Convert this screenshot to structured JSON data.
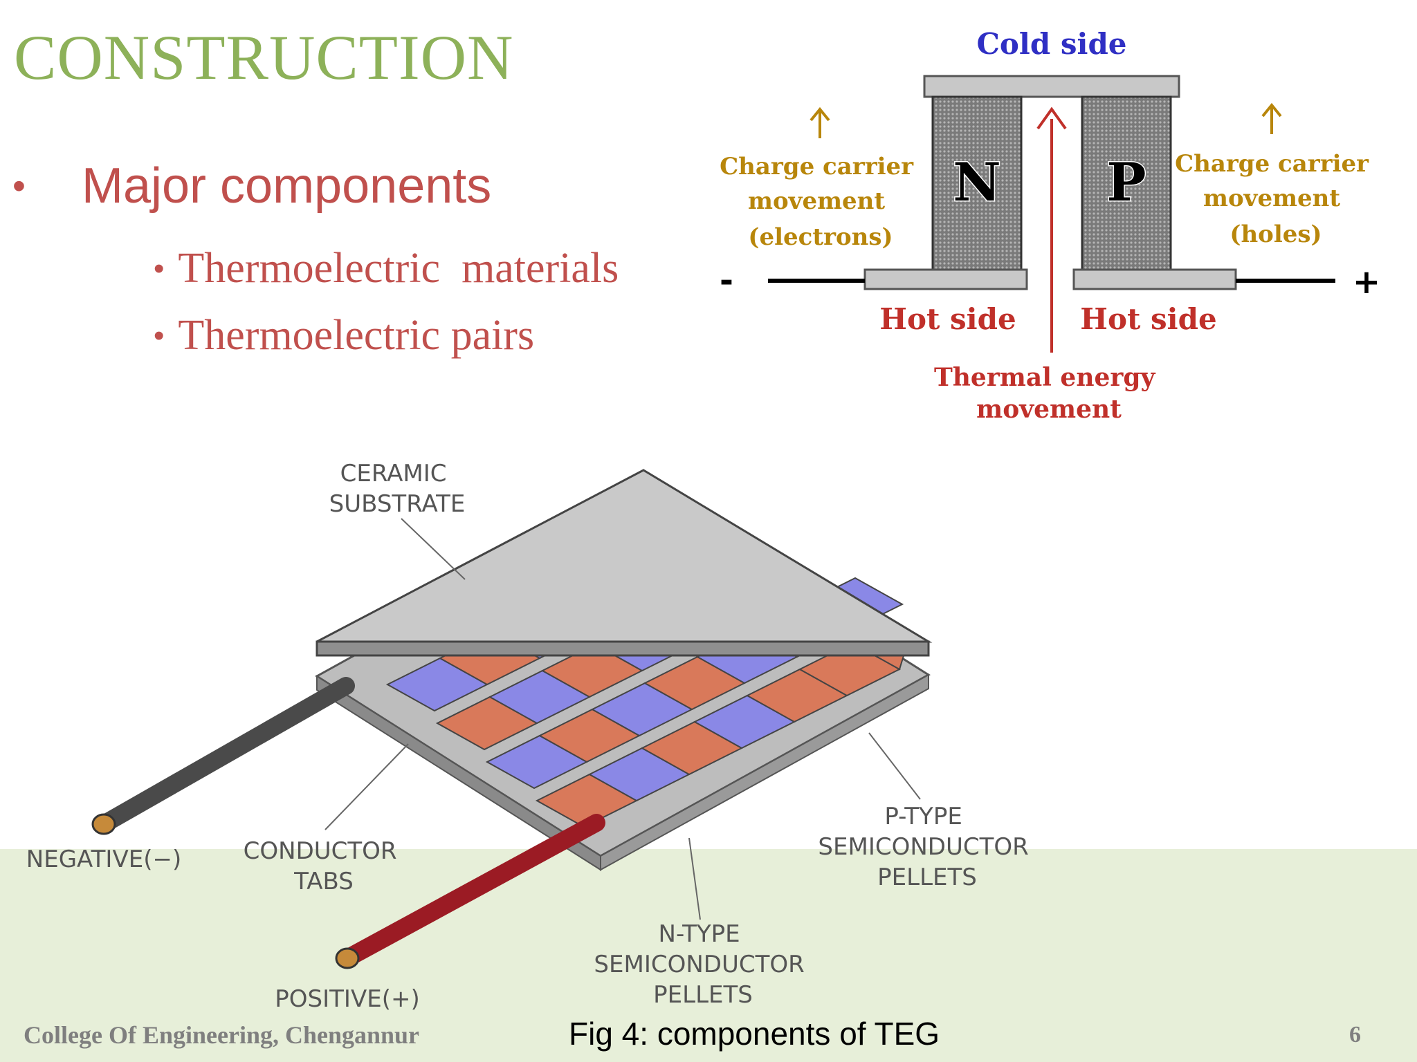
{
  "slide": {
    "title": "CONSTRUCTION",
    "bullet": "Major components",
    "sub_bullets": [
      "Thermoelectric  materials",
      "Thermoelectric pairs"
    ]
  },
  "diagram_np": {
    "cold_side": "Cold side",
    "n_label": "N",
    "p_label": "P",
    "left_carrier": [
      "Charge carrier",
      "movement",
      "(electrons)"
    ],
    "right_carrier": [
      "Charge carrier",
      "movement",
      "(holes)"
    ],
    "minus": "-",
    "plus": "+",
    "hot_side_left": "Hot side",
    "hot_side_right": "Hot side",
    "thermal": [
      "Thermal energy",
      "movement"
    ],
    "colors": {
      "cold": "#2f2fc4",
      "hot": "#c0302a",
      "carrier": "#b8860b",
      "arrow": "#c0302a"
    }
  },
  "diagram_teg": {
    "ceramic": [
      "CERAMIC",
      "SUBSTRATE"
    ],
    "negative": "NEGATIVE(−)",
    "conductor": [
      "CONDUCTOR",
      "TABS"
    ],
    "positive": "POSITIVE(+)",
    "n_type": [
      "N-TYPE",
      "SEMICONDUCTOR",
      "PELLETS"
    ],
    "p_type": [
      "P-TYPE",
      "SEMICONDUCTOR",
      "PELLETS"
    ],
    "colors": {
      "n_pellet": "#8a88e6",
      "p_pellet": "#d9795a",
      "negative_wire": "#4a4a4a",
      "positive_wire": "#9b1b24"
    }
  },
  "footer": {
    "college": "College Of Engineering, Chengannur",
    "caption": "Fig 4: components of TEG",
    "page": "6"
  }
}
